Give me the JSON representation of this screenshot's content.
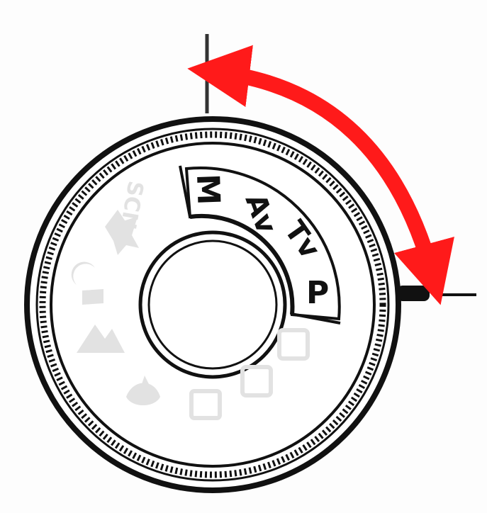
{
  "dial": {
    "active_modes": [
      "M",
      "Av",
      "Tv",
      "P"
    ],
    "inactive_modes": [
      "SCN",
      "sports-icon",
      "night-portrait-icon",
      "landscape-icon",
      "macro-icon",
      "flash-off-icon",
      "creative-auto-icon",
      "scene-intelligent-auto-icon"
    ],
    "selected_mode": "P",
    "target_mode": "M"
  },
  "arrow": {
    "color": "#ff1a1a",
    "direction": "counter-clockwise"
  },
  "colors": {
    "ring": "#111111",
    "inactive": "#e2e2e2",
    "background": "#fdfdfd"
  },
  "labels": {
    "m": "M",
    "av": "Av",
    "tv": "Tv",
    "p": "P",
    "scn": "SCN"
  }
}
